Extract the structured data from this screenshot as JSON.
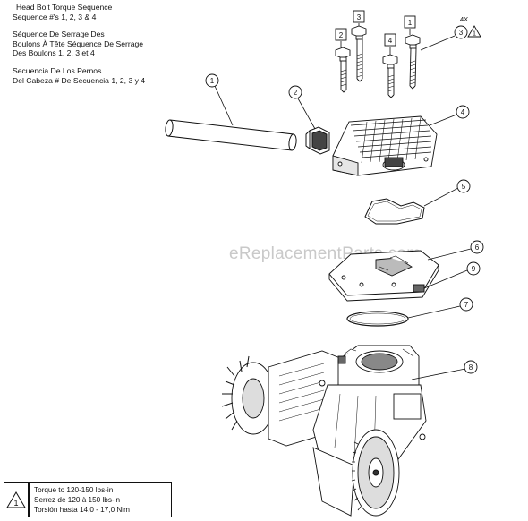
{
  "notes": {
    "en_line1": "Head Bolt Torque Sequence",
    "en_line2": "Sequence #'s 1, 2, 3 & 4",
    "fr_line1": "Séquence De Serrage Des",
    "fr_line2": "Boulons À Tête Séquence De Serrage",
    "fr_line3": "Des Boulons 1, 2, 3 et 4",
    "es_line1": "Secuencia De Los Pernos",
    "es_line2": "Del Cabeza # De Secuencia 1, 2, 3 y 4"
  },
  "torque": {
    "line1": "Torque to 120-150 lbs-in",
    "line2": "Serrez de 120 à 150 lbs-in",
    "line3": "Torsión hasta 14,0 - 17,0 Nlm",
    "caution_symbol": "1"
  },
  "bolt_sequence": {
    "b1": "1",
    "b2": "2",
    "b3": "3",
    "b4": "4"
  },
  "quantity_label": "4X",
  "callouts": {
    "c1": "1",
    "c2": "2",
    "c3": "3",
    "c4": "4",
    "c5": "5",
    "c6": "6",
    "c7": "7",
    "c8": "8",
    "c9": "9"
  },
  "watermark": "eReplacementParts.com",
  "icons": [
    "caution-triangle-icon"
  ]
}
